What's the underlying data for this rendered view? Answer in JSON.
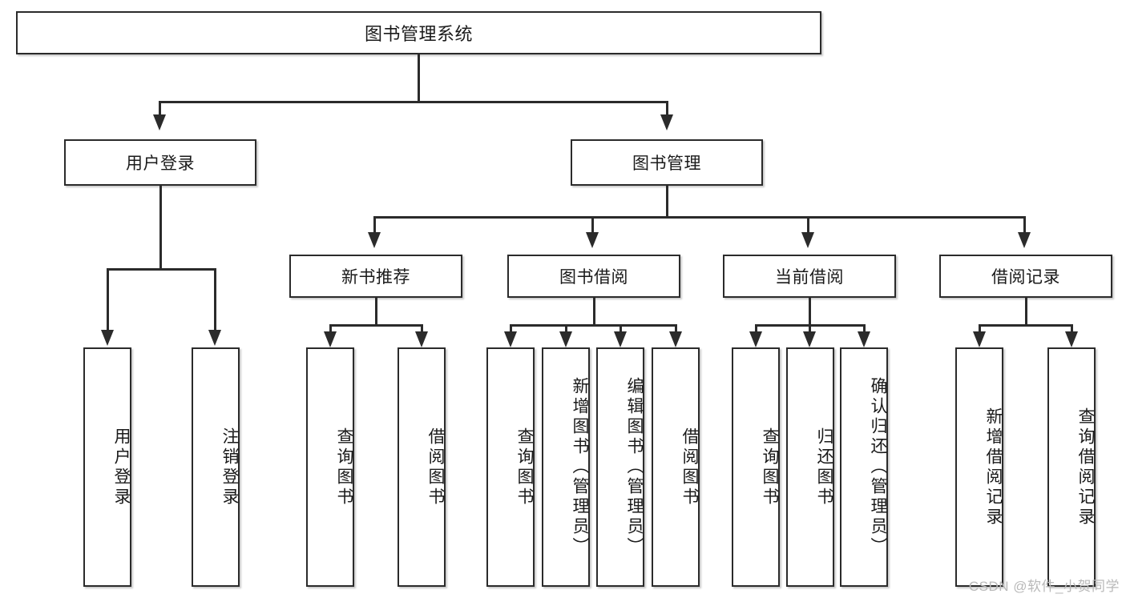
{
  "diagram": {
    "title": "图书管理系统",
    "type": "tree-hierarchy-diagram",
    "colors": {
      "box_border": "#2b2b2b",
      "box_fill": "#ffffff",
      "connector": "#2b2b2b",
      "background": "#ffffff",
      "watermark": "#b9b9b9"
    },
    "root": {
      "label": "图书管理系统"
    },
    "level2": [
      {
        "label": "用户登录"
      },
      {
        "label": "图书管理"
      }
    ],
    "level3": [
      {
        "label": "新书推荐"
      },
      {
        "label": "图书借阅"
      },
      {
        "label": "当前借阅"
      },
      {
        "label": "借阅记录"
      }
    ],
    "leaves": {
      "user_login": [
        {
          "label": "用户登录"
        },
        {
          "label": "注销登录"
        }
      ],
      "new_book_recommend": [
        {
          "label": "查询图书"
        },
        {
          "label": "借阅图书"
        }
      ],
      "book_borrow": [
        {
          "label": "查询图书"
        },
        {
          "label": "新增图书（管理员）"
        },
        {
          "label": "编辑图书（管理员）"
        },
        {
          "label": "借阅图书"
        }
      ],
      "current_borrow": [
        {
          "label": "查询图书"
        },
        {
          "label": "归还图书"
        },
        {
          "label": "确认归还（管理员）"
        }
      ],
      "borrow_record": [
        {
          "label": "新增借阅记录"
        },
        {
          "label": "查询借阅记录"
        }
      ]
    }
  },
  "watermark": {
    "text": "CSDN @软件_小贺同学"
  }
}
